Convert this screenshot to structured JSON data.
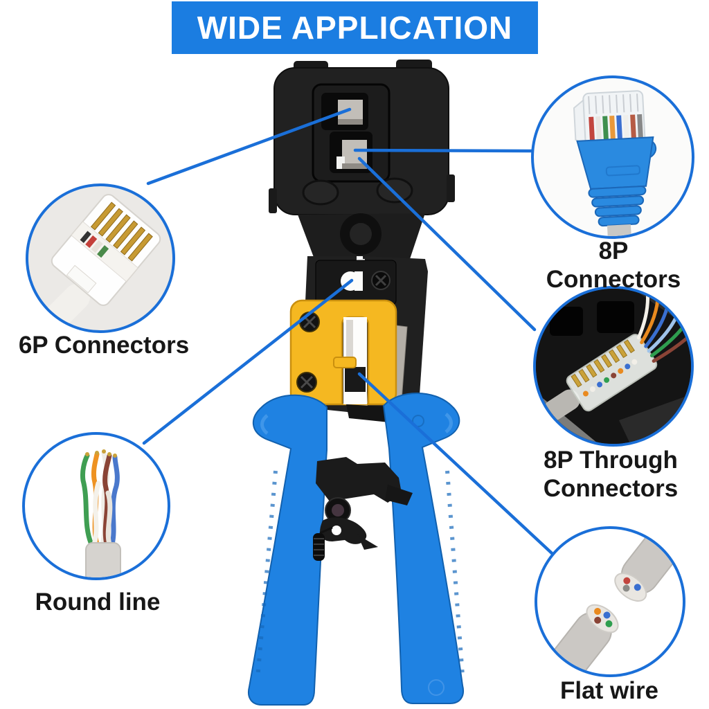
{
  "banner": {
    "title": "WIDE APPLICATION",
    "bg_color": "#1b7de1",
    "text_color": "#ffffff"
  },
  "callouts": [
    {
      "id": "6p-connectors",
      "label": "6P Connectors"
    },
    {
      "id": "8p-connectors",
      "label": "8P Connectors"
    },
    {
      "id": "8p-through-connectors",
      "label": "8P Through\nConnectors"
    },
    {
      "id": "round-line",
      "label": "Round line"
    },
    {
      "id": "flat-wire",
      "label": "Flat wire"
    }
  ],
  "subject": {
    "name": "RJ45/RJ11 crimping tool photo"
  },
  "colors": {
    "accent_blue": "#1b7de1",
    "callout_line_blue": "#1a6fd8",
    "handle_blue": "#1f82e2",
    "stripper_guard_yellow": "#f5b821",
    "label_text": "#171717"
  }
}
